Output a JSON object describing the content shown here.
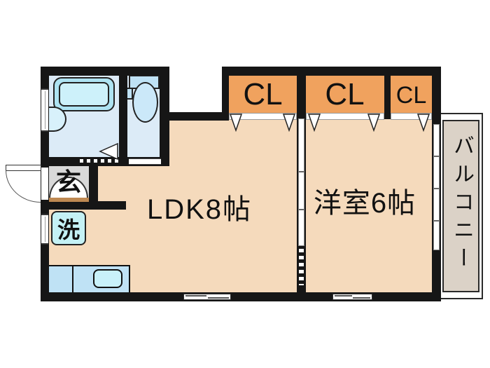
{
  "floor_plan": {
    "ldk": {
      "label": "LDK8帖"
    },
    "western_room": {
      "label": "洋室6帖"
    },
    "closets": [
      {
        "label": "CL"
      },
      {
        "label": "CL"
      },
      {
        "label": "CL"
      }
    ],
    "balcony": {
      "label": "バルコニー"
    },
    "entrance": {
      "label": "玄"
    },
    "laundry": {
      "label": "洗"
    },
    "fixture_icons": [
      "bathtub-icon",
      "washbasin-icon",
      "toilet-icon",
      "washing-machine-icon",
      "kitchen-counter-icon",
      "sink-icon",
      "door-swing-icon",
      "closet-door-icon",
      "window-icon"
    ],
    "colors": {
      "wall": "#161616",
      "room_floor": "#F5DABC",
      "closet": "#F0A25E",
      "wet_area_floor": "#DCEBF7",
      "fixture_blue": "#BFE2F5",
      "fixture_cyan": "#C4F1F5",
      "entrance_grey": "#D9D9D9",
      "balcony_grey": "#DBD2C7",
      "step_brown": "#BE8952"
    }
  }
}
